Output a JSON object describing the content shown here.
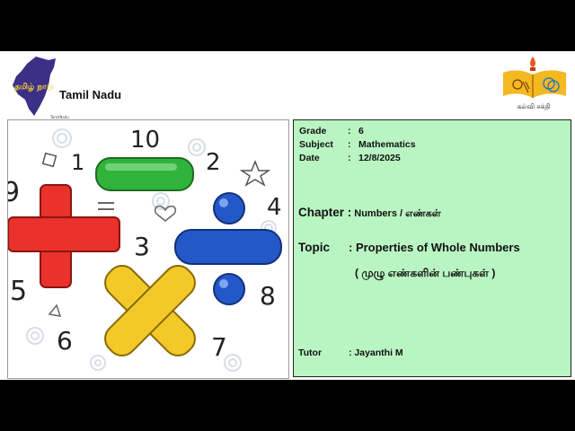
{
  "header": {
    "tamilnadu_logo_text": "தமிழ் நாடு",
    "tamilnadu_small_text": "TamilNadu",
    "title": "Tamil Nadu",
    "kalvi_logo_text": "கல்வி சக்தி"
  },
  "info": {
    "grade_label": "Grade",
    "grade_value": "6",
    "subject_label": "Subject",
    "subject_value": "Mathematics",
    "date_label": "Date",
    "date_value": "12/8/2025",
    "colon": ":",
    "chapter_label": "Chapter :",
    "chapter_value": "Numbers / எண்கள்",
    "topic_label": "Topic",
    "topic_value": ": Properties of Whole Numbers",
    "topic_tamil": "( முழு எண்களின் பண்புகள் )",
    "tutor_label": "Tutor",
    "tutor_value": ": Jayanthi M"
  },
  "illustration": {
    "digits": [
      "10",
      "1",
      "2",
      "9",
      "4",
      "3",
      "5",
      "8",
      "6",
      "7"
    ]
  },
  "colors": {
    "info_bg": "#b9f5c2",
    "plus": "#e8322b",
    "minus": "#2fb33a",
    "divide": "#2458c9",
    "times": "#f3c92a"
  }
}
